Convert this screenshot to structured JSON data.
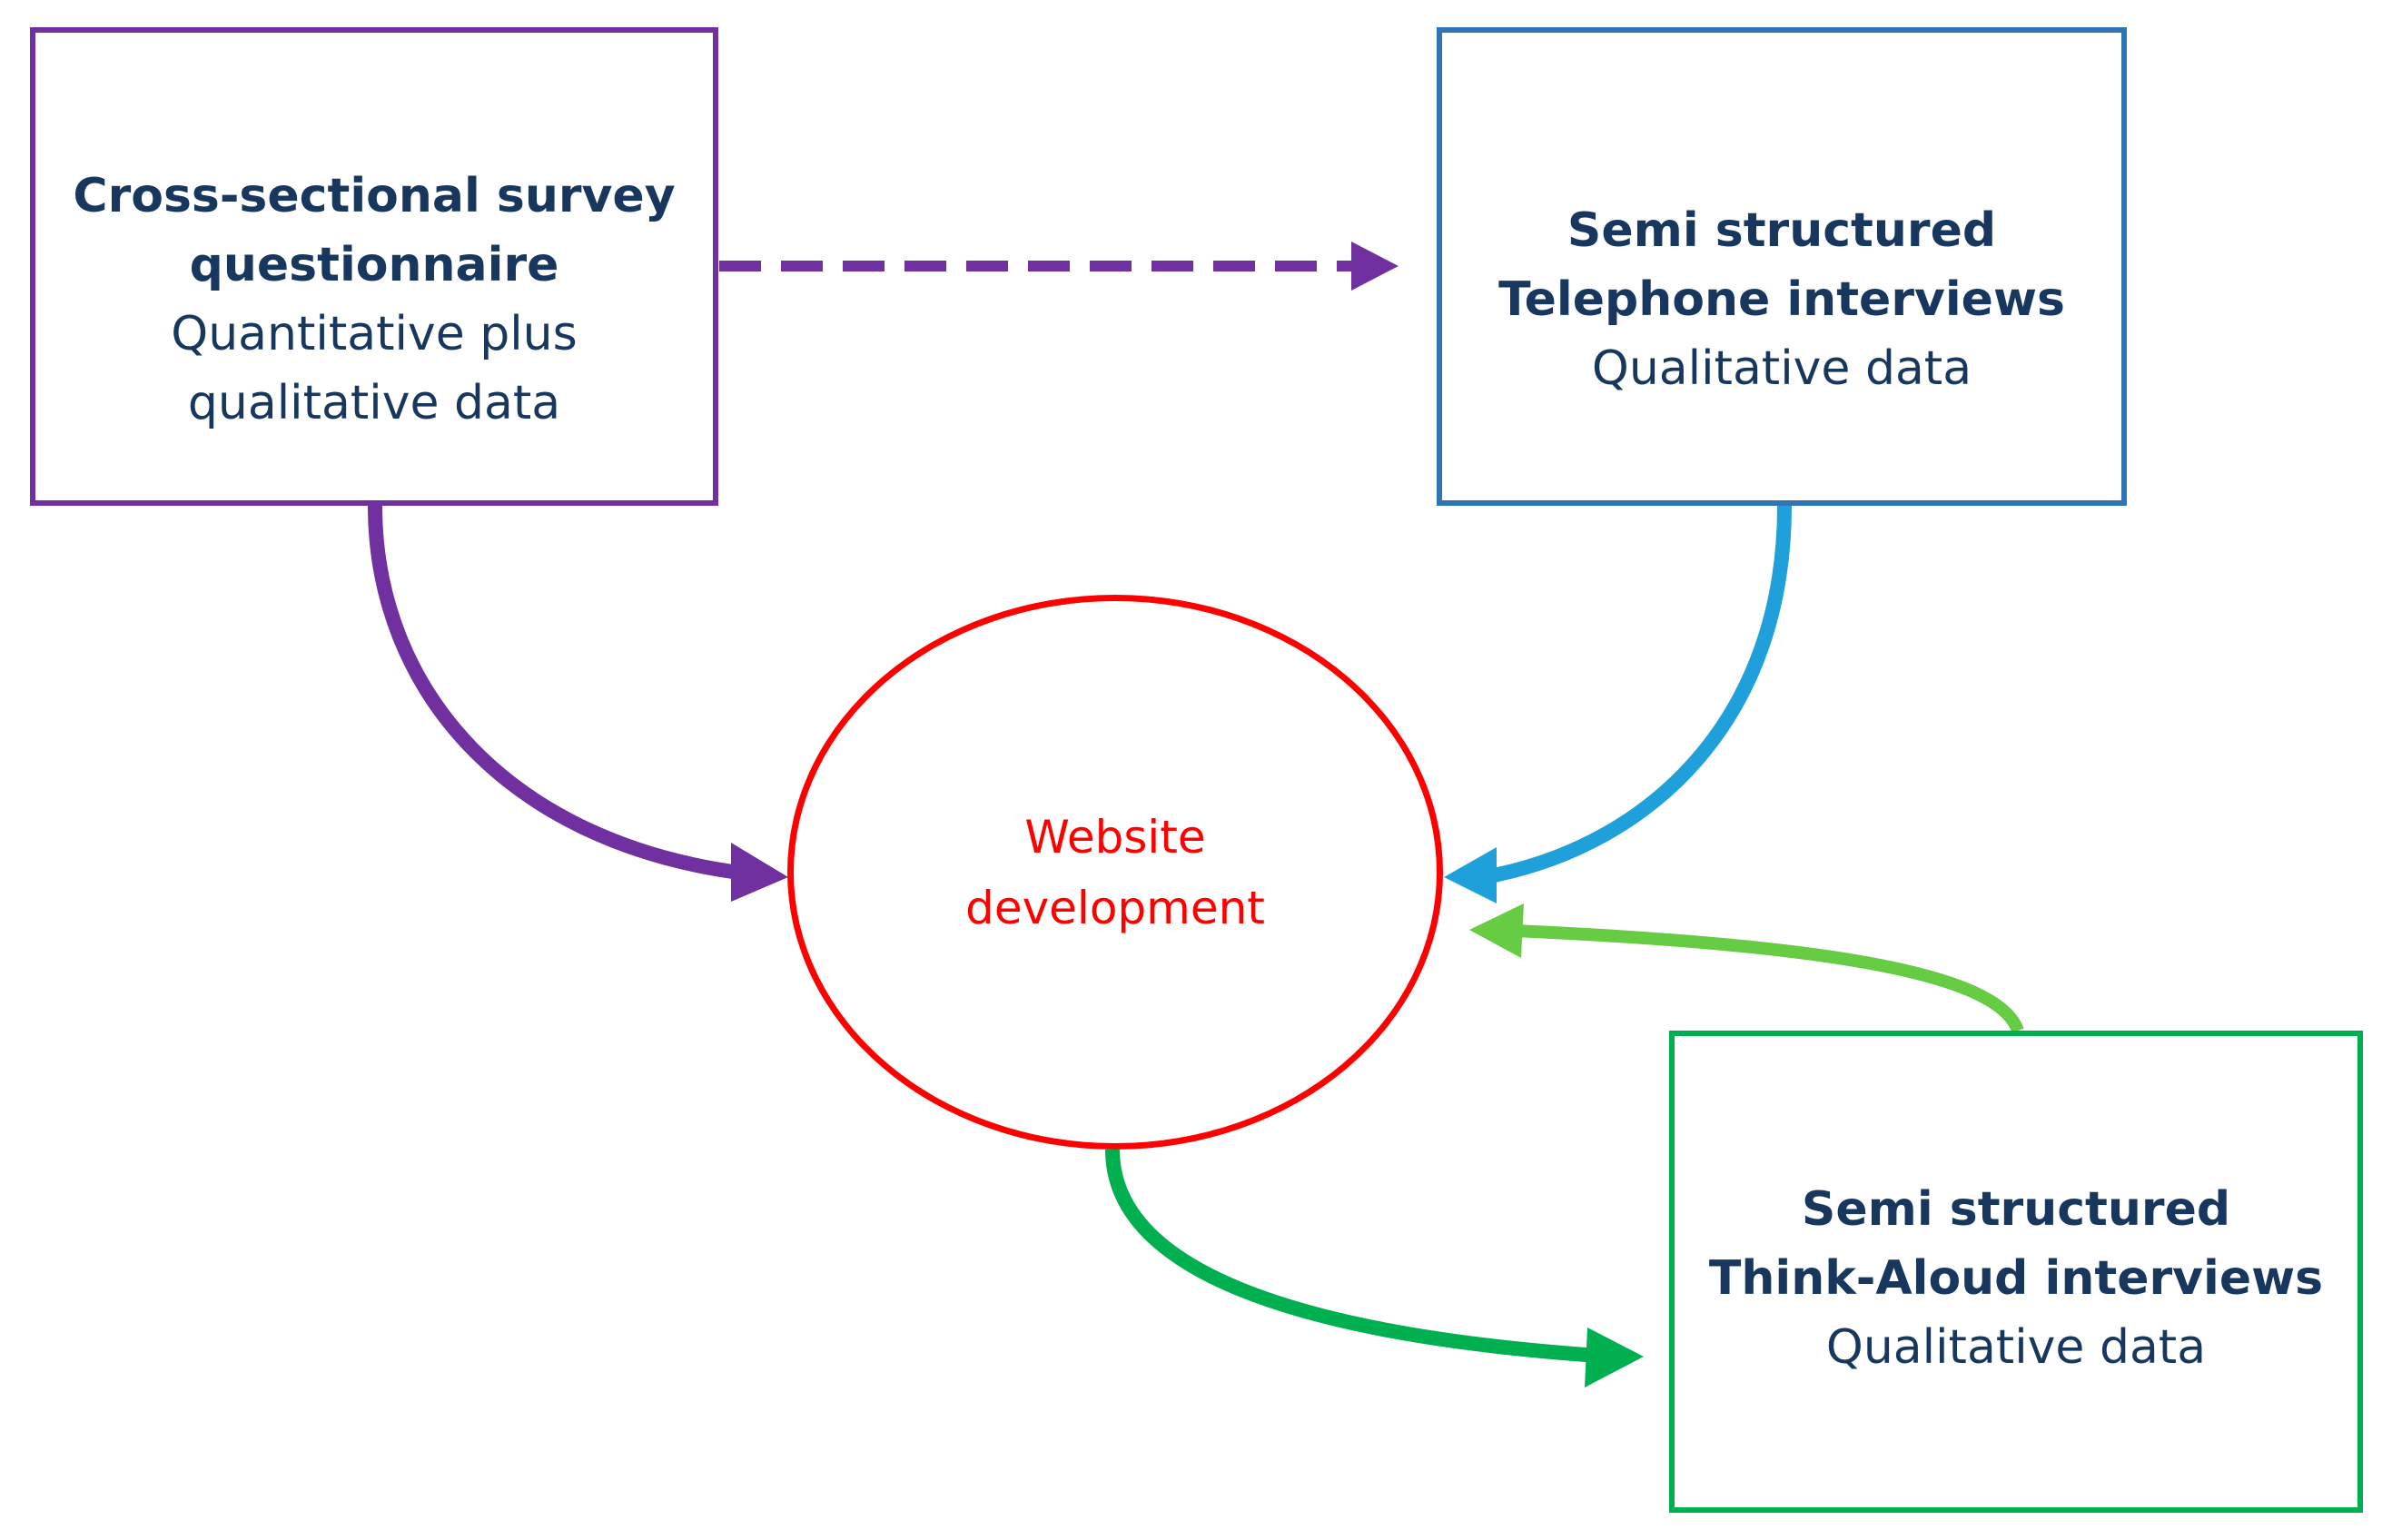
{
  "survey_box": {
    "title_line1": "Cross-sectional survey",
    "title_line2": "questionnaire",
    "sub_line1": "Quantitative plus",
    "sub_line2": "qualitative data"
  },
  "telephone_box": {
    "title_line1": "Semi structured",
    "title_line2": "Telephone interviews",
    "sub_line1": "Qualitative data"
  },
  "thinkaloud_box": {
    "title_line1": "Semi structured",
    "title_line2": "Think-Aloud interviews",
    "sub_line1": "Qualitative data"
  },
  "center": {
    "line1": "Website",
    "line2": "development"
  },
  "colors": {
    "survey": "#7030a0",
    "telephone": "#2e75b6",
    "telephone_arrow": "#1fa0db",
    "thinkaloud": "#00b050",
    "feedback_arrow": "#66cc44",
    "center": "#ff0000",
    "text": "#17375e"
  }
}
